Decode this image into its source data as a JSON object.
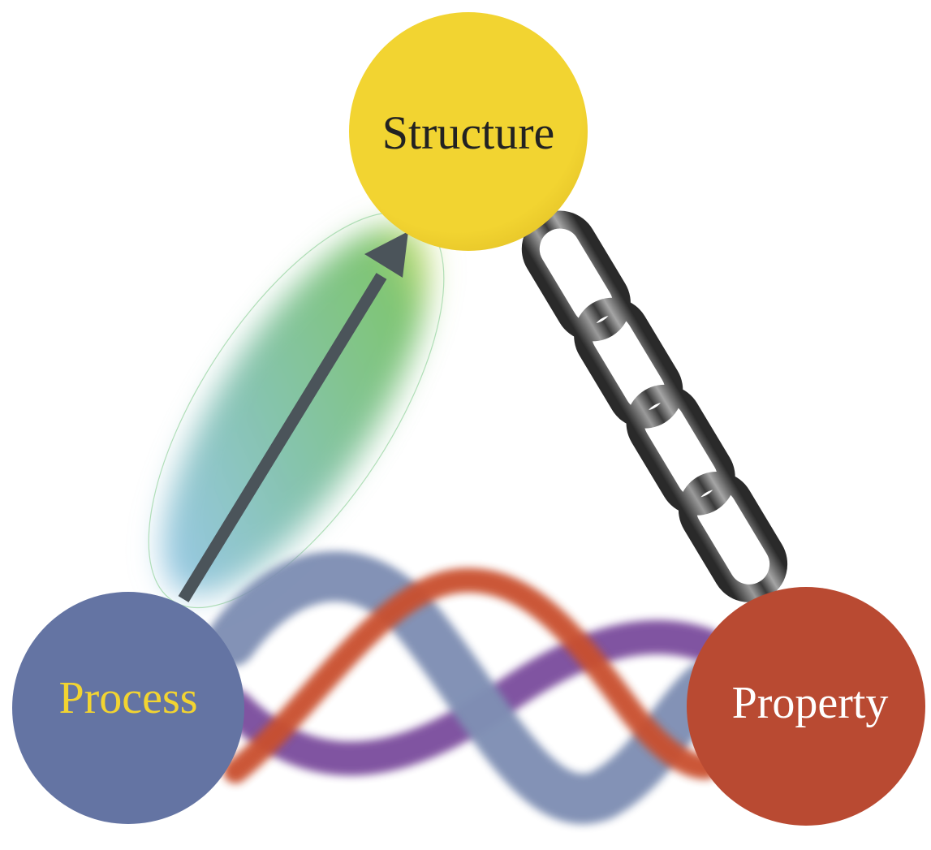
{
  "nodes": {
    "structure": {
      "label": "Structure",
      "fill": "#F2D431",
      "text_color": "#222222"
    },
    "process": {
      "label": "Process",
      "fill": "#6474A3",
      "text_color": "#F2D431"
    },
    "property": {
      "label": "Property",
      "fill": "#B94A32",
      "text_color": "#FFFFFF"
    }
  },
  "links": [
    {
      "from": "process",
      "to": "structure",
      "style": "arrow-with-gradient-glow"
    },
    {
      "from": "structure",
      "to": "property",
      "style": "chain"
    },
    {
      "from": "process",
      "to": "property",
      "style": "intertwined-waves"
    }
  ],
  "colors": {
    "arrow": "#4B545A",
    "chain": "#555555",
    "wave_blue": "#7F8FB4",
    "wave_orange": "#C9502F",
    "wave_purple": "#7A4C9C",
    "glow_green": "#7CC46A",
    "glow_blue": "#7FB8E0"
  }
}
